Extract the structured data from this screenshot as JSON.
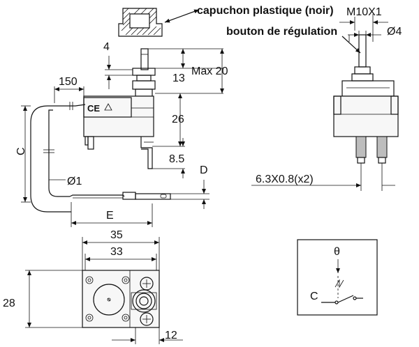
{
  "labels": {
    "cap": "capuchon plastique (noir)",
    "thread": "M10X1",
    "knob": "bouton de régulation",
    "shaft_dia": "Ø4",
    "dim_4": "4",
    "dim_150": "150",
    "dim_13": "13",
    "dim_max20": "Max 20",
    "dim_26": "26",
    "dim_8_5": "8.5",
    "dim_c": "C",
    "dim_d": "D",
    "dim_dia1": "Ø1",
    "dim_e": "E",
    "terminals": "6.3X0.8(x2)",
    "dim_35": "35",
    "dim_33": "33",
    "dim_28": "28",
    "dim_12": "12",
    "theta": "θ",
    "contact_c": "C"
  },
  "marks": {
    "ce": "CE"
  }
}
